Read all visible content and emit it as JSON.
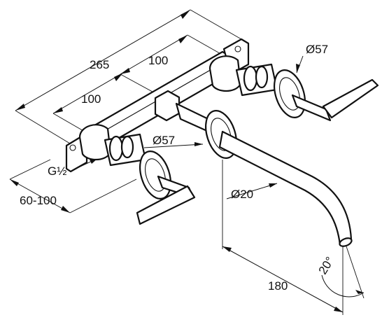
{
  "drawing": {
    "type": "technical-dimension-drawing",
    "subject": "wall-mounted three-hole basin mixer with spout and two lever handles",
    "dimensions": {
      "overall_width": "265",
      "center_left": "100",
      "center_right": "100",
      "rosette_left": "Ø57",
      "rosette_right": "Ø57",
      "spout_diameter": "Ø20",
      "thread": "G½",
      "wall_depth": "60-100",
      "spout_projection": "180",
      "spout_angle": "20°"
    }
  }
}
